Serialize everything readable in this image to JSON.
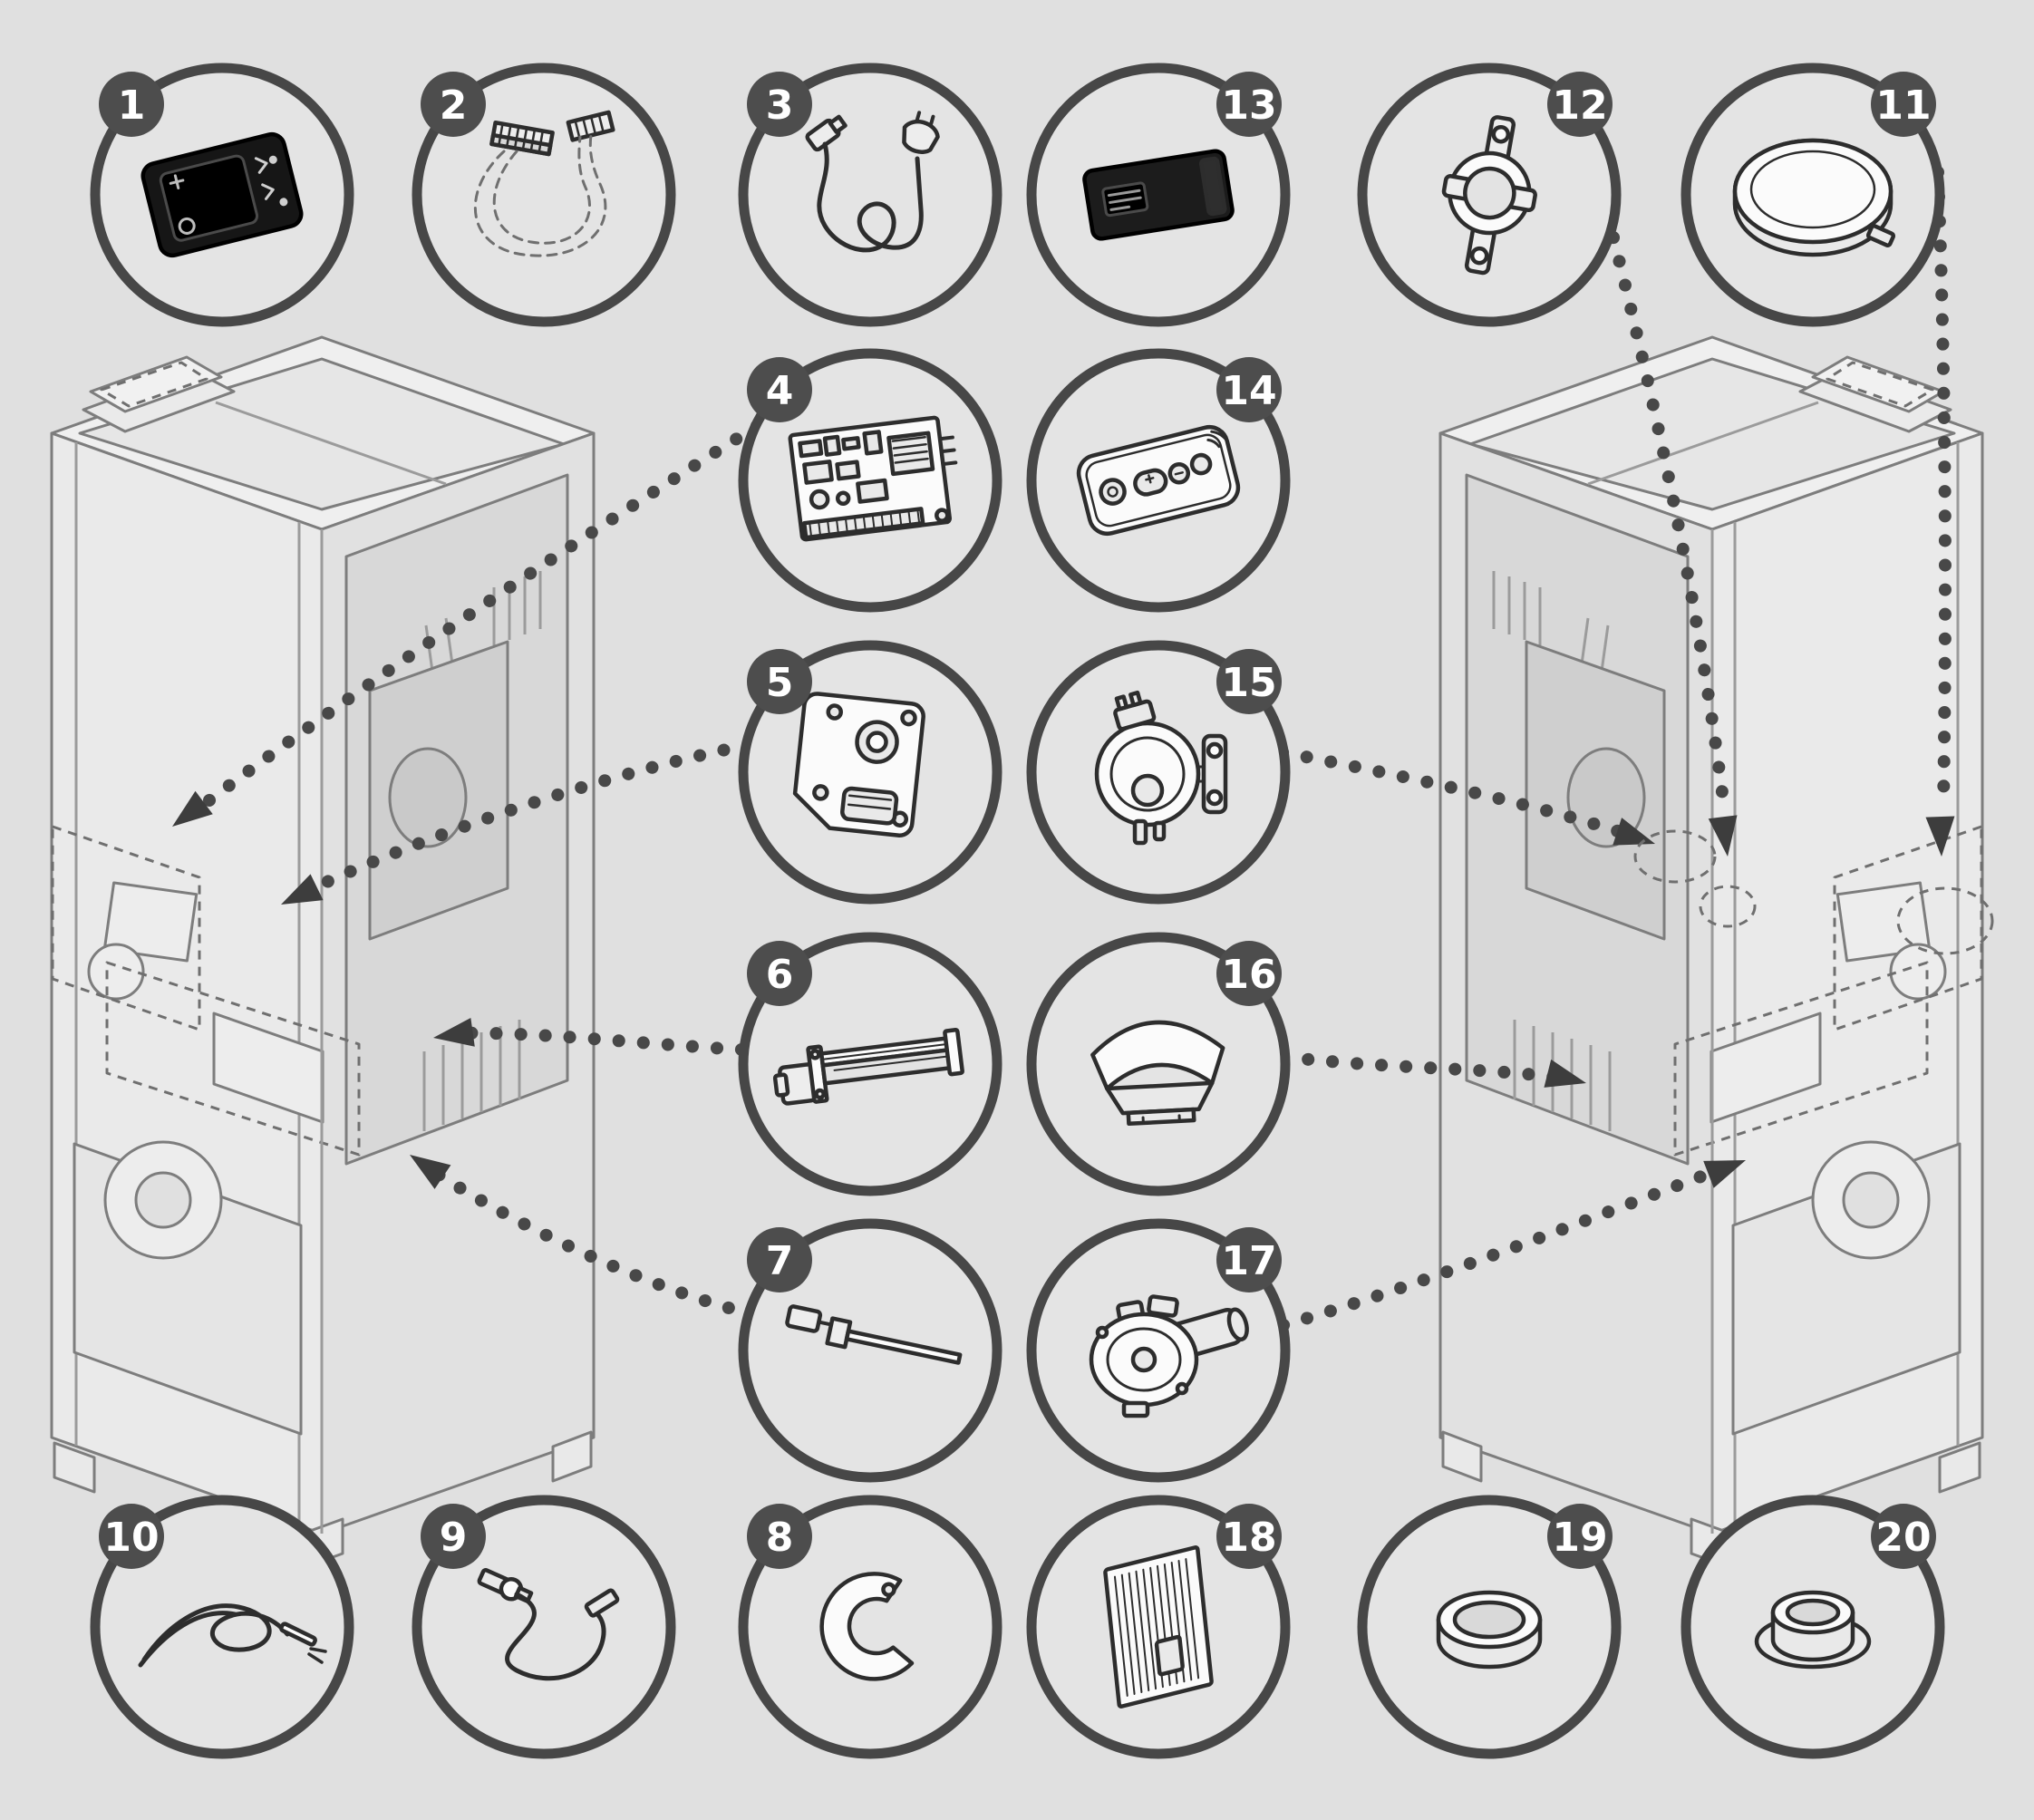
{
  "colors": {
    "background": "#e0e0e0",
    "circle_stroke": "#474747",
    "badge_fill": "#4d4d4d",
    "badge_text": "#ffffff",
    "line_art": "#2d2d2d",
    "stove_line": "#7d7d7d",
    "connector_dots": "#484848"
  },
  "parts": [
    {
      "number": "1",
      "name": "control-panel-display"
    },
    {
      "number": "2",
      "name": "ribbon-cable"
    },
    {
      "number": "3",
      "name": "power-cord"
    },
    {
      "number": "4",
      "name": "main-circuit-board"
    },
    {
      "number": "5",
      "name": "auger-gear-motor"
    },
    {
      "number": "6",
      "name": "auger-feeder-assembly"
    },
    {
      "number": "7",
      "name": "igniter-element"
    },
    {
      "number": "8",
      "name": "clamp-bracket"
    },
    {
      "number": "9",
      "name": "temperature-sensor"
    },
    {
      "number": "10",
      "name": "thermocouple-probe"
    },
    {
      "number": "11",
      "name": "round-cover-cap"
    },
    {
      "number": "12",
      "name": "safety-thermostat"
    },
    {
      "number": "13",
      "name": "electronic-module"
    },
    {
      "number": "14",
      "name": "remote-control"
    },
    {
      "number": "15",
      "name": "air-pressure-switch"
    },
    {
      "number": "16",
      "name": "burn-pot"
    },
    {
      "number": "17",
      "name": "exhaust-fan"
    },
    {
      "number": "18",
      "name": "vent-grille"
    },
    {
      "number": "19",
      "name": "collar-ring"
    },
    {
      "number": "20",
      "name": "flange-ring"
    }
  ]
}
